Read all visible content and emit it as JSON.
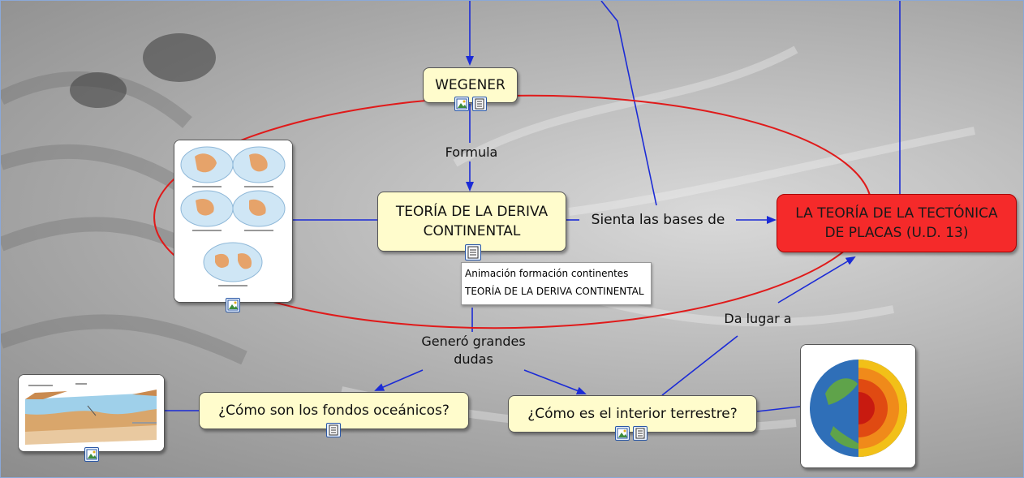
{
  "colors": {
    "concept_fill": "#fffccc",
    "highlight_fill": "#f52a2a",
    "link_line": "#1b2bd6",
    "ellipse": "#e01a1a"
  },
  "concepts": {
    "wegener": "WEGENER",
    "deriva": "TEORÍA DE LA DERIVA CONTINENTAL",
    "tectonica": "LA TEORÍA DE LA TECTÓNICA DE PLACAS (U.D. 13)",
    "fondos": "¿Cómo son los fondos oceánicos?",
    "interior": "¿Cómo es el interior terrestre?"
  },
  "links": {
    "formula": "Formula",
    "sienta": "Sienta las bases de",
    "genero": "Generó grandes dudas",
    "da_lugar": "Da lugar a"
  },
  "popup": {
    "items": [
      "Animación formación continentes",
      "TEORÍA DE LA DERIVA CONTINENTAL"
    ]
  },
  "icons": {
    "image_resource": "image-icon",
    "document_resource": "document-icon"
  }
}
